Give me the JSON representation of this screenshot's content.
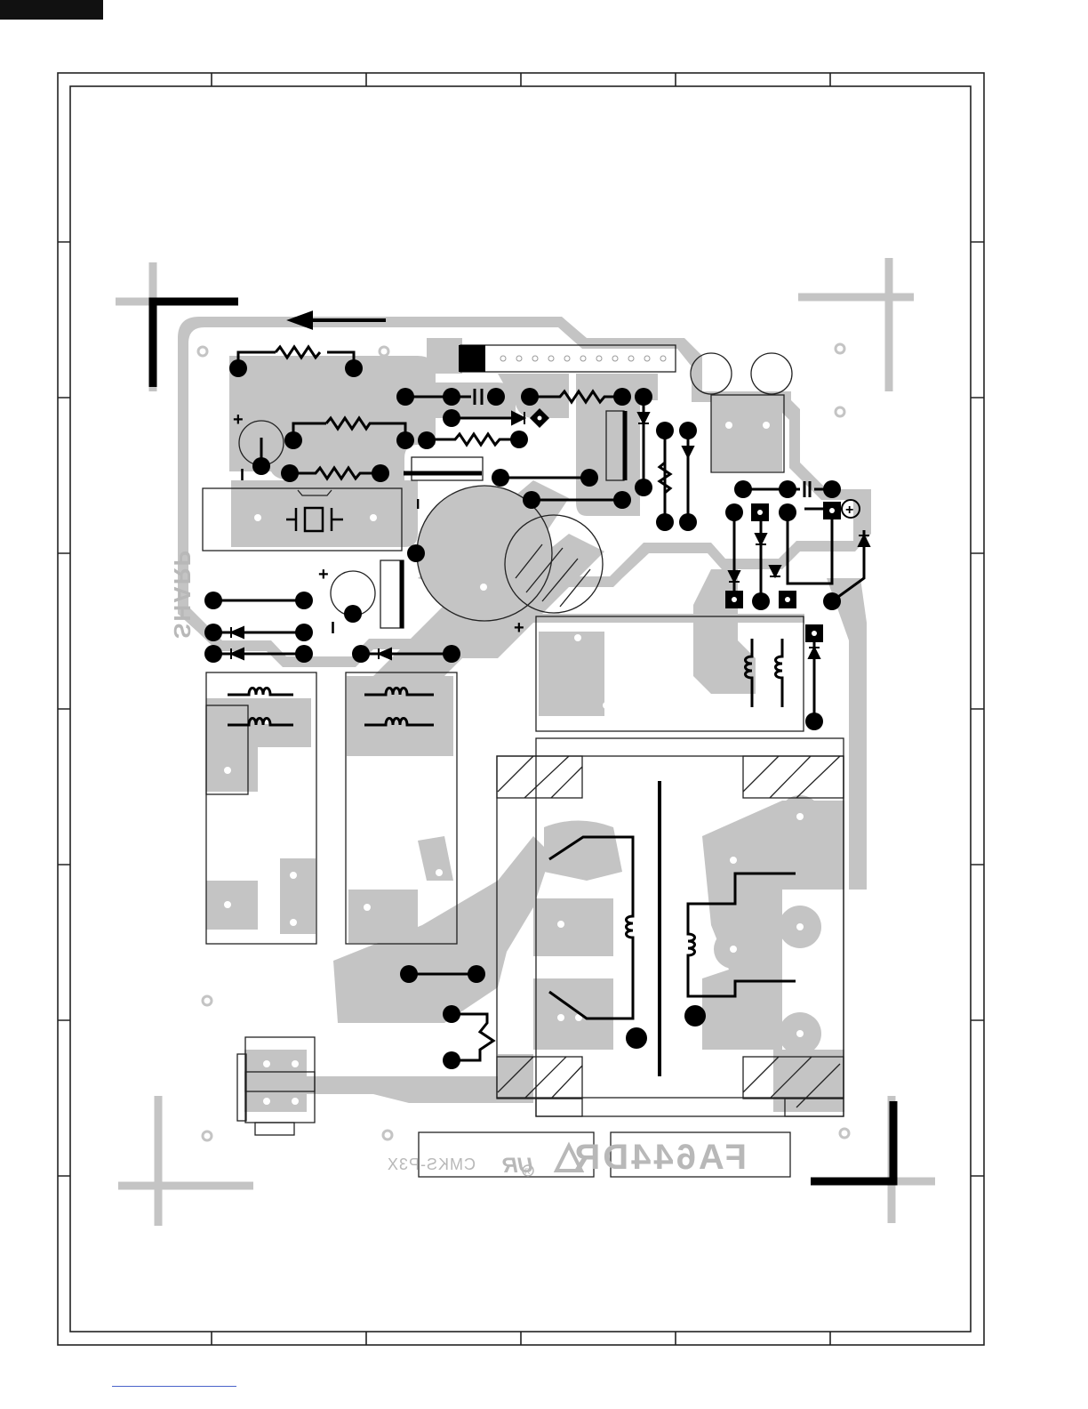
{
  "silkscreen": {
    "maker": "SHARP",
    "part_code": "FA644DR",
    "board_id": "CMKS-P3X",
    "ul_mark": "UR",
    "registered_mark": "R"
  },
  "markings": {
    "plus": "+",
    "minus": "I",
    "plus_circled": "+"
  },
  "colors": {
    "copper": "#c4c4c4",
    "jumper": "#000000",
    "frame": "#222222",
    "header_bar": "#111111",
    "footer_rule": "#4a63c9"
  }
}
